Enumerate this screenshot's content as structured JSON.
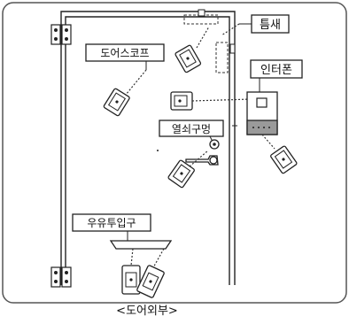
{
  "labels": {
    "gap": "틈새",
    "intercom": "인터폰",
    "peephole": "도어스코프",
    "keyhole": "열쇠구멍",
    "mail_slot": "우유투입구",
    "caption": "<도어외부>"
  },
  "colors": {
    "frame": "#555555",
    "line": "#222222",
    "dotted": "#333333",
    "intercom_lower": "#9a9a9a",
    "background": "#ffffff"
  }
}
